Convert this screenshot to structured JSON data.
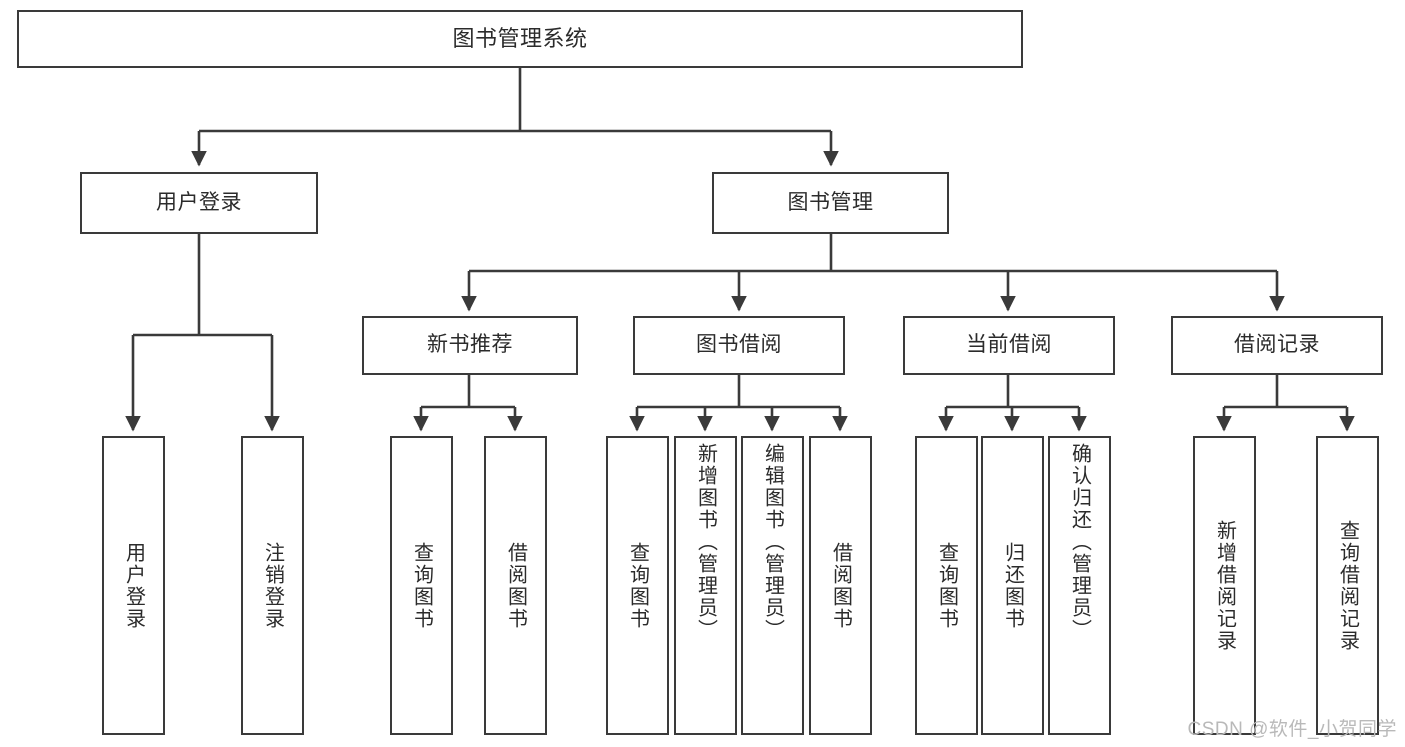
{
  "diagram": {
    "type": "tree-hierarchy",
    "title": "图书管理系统",
    "watermark": "CSDN @软件_小贺同学",
    "colors": {
      "box_border": "#3a3a3a",
      "box_fill": "#ffffff",
      "connector": "#3a3a3a",
      "text": "#2b2b2b",
      "watermark": "#b9b9b9",
      "background": "#ffffff"
    },
    "levels": {
      "root_label": "图书管理系统",
      "level2_labels": [
        "用户登录",
        "图书管理"
      ],
      "level3_labels": [
        "新书推荐",
        "图书借阅",
        "当前借阅",
        "借阅记录"
      ]
    },
    "nodes": {
      "root": {
        "label": "图书管理系统"
      },
      "user_login": {
        "label": "用户登录"
      },
      "book_manage": {
        "label": "图书管理"
      },
      "new_book_rec": {
        "label": "新书推荐"
      },
      "book_borrow": {
        "label": "图书借阅"
      },
      "current_borrow": {
        "label": "当前借阅"
      },
      "borrow_record": {
        "label": "借阅记录"
      },
      "leaf_user_login": {
        "label": "用户登录"
      },
      "leaf_user_logout": {
        "label": "注销登录"
      },
      "leaf_rec_query": {
        "label": "查询图书"
      },
      "leaf_rec_borrow": {
        "label": "借阅图书"
      },
      "leaf_borrow_query": {
        "label": "查询图书"
      },
      "leaf_borrow_add": {
        "label": "新增图书（管理员）"
      },
      "leaf_borrow_edit": {
        "label": "编辑图书（管理员）"
      },
      "leaf_borrow_borrow": {
        "label": "借阅图书"
      },
      "leaf_cur_query": {
        "label": "查询图书"
      },
      "leaf_cur_return": {
        "label": "归还图书"
      },
      "leaf_cur_confirm": {
        "label": "确认归还（管理员）"
      },
      "leaf_rec_add": {
        "label": "新增借阅记录"
      },
      "leaf_rec_search": {
        "label": "查询借阅记录"
      }
    }
  }
}
